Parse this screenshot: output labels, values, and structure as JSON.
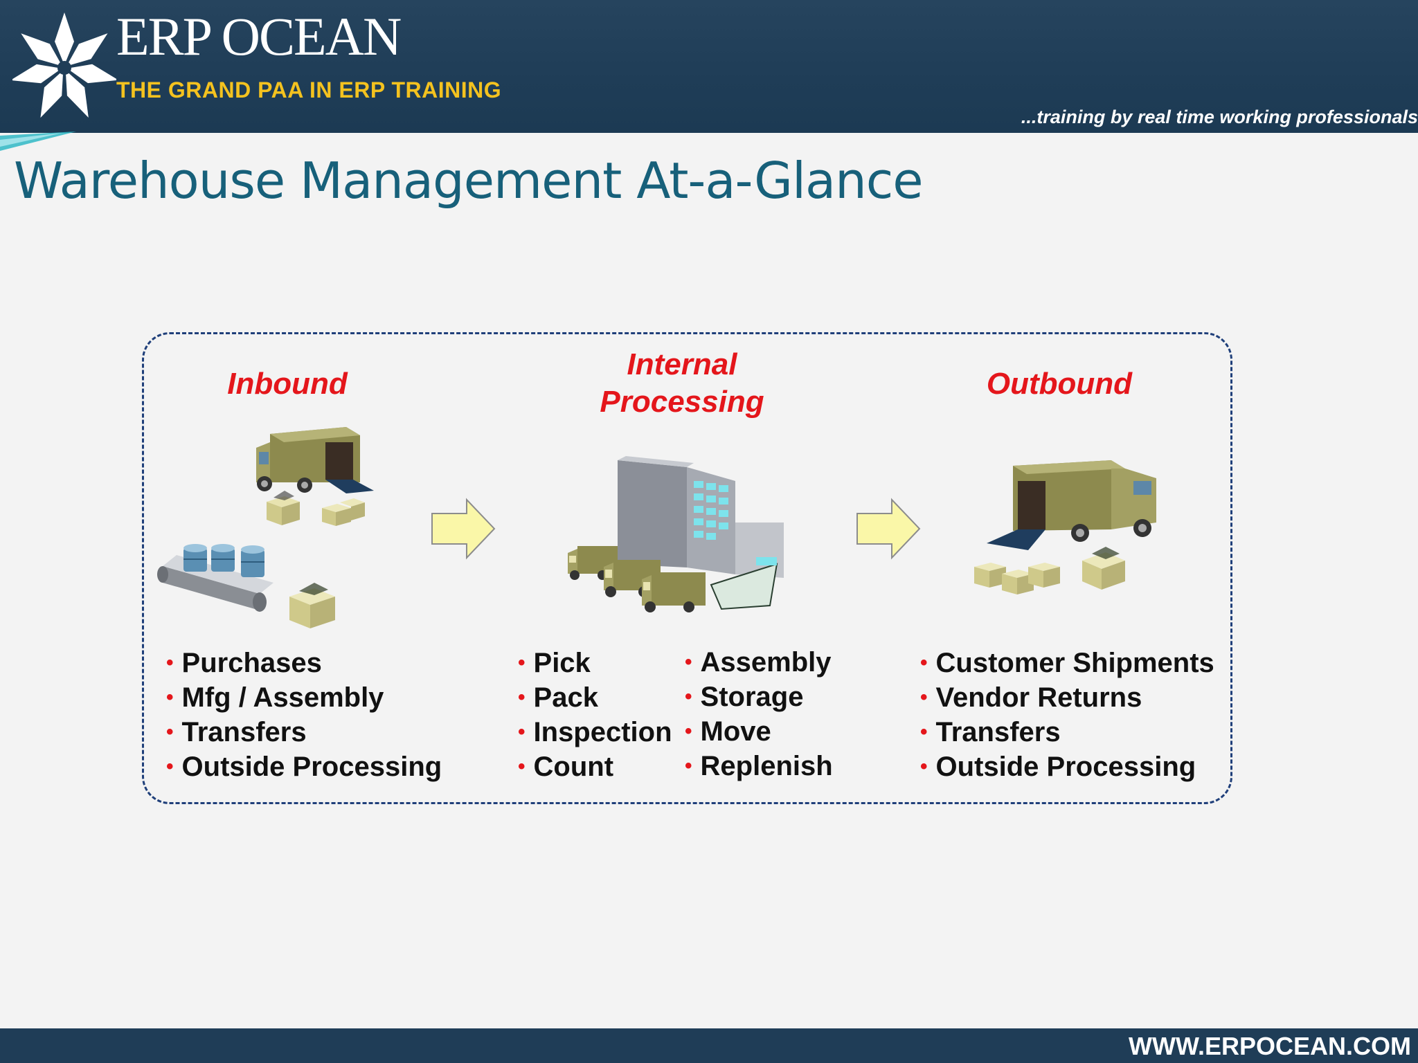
{
  "header": {
    "brand_name": "ERP OCEAN",
    "tagline": "THE GRAND PAA IN ERP TRAINING",
    "slogan": "...training by real time  working professionals"
  },
  "title": "Warehouse Management At-a-Glance",
  "sections": {
    "inbound": {
      "heading": "Inbound",
      "items": [
        "Purchases",
        "Mfg / Assembly",
        "Transfers",
        "Outside Processing"
      ]
    },
    "internal": {
      "heading_line1": "Internal",
      "heading_line2": "Processing",
      "items_left": [
        "Pick",
        "Pack",
        "Inspection",
        "Count"
      ],
      "items_right": [
        "Assembly",
        "Storage",
        "Move",
        "Replenish"
      ]
    },
    "outbound": {
      "heading": "Outbound",
      "items": [
        "Customer Shipments",
        "Vendor Returns",
        "Transfers",
        "Outside Processing"
      ]
    }
  },
  "footer": {
    "url": "WWW.ERPOCEAN.COM"
  },
  "colors": {
    "header_bg": "#1f3d57",
    "tagline": "#f4c21f",
    "title": "#17607a",
    "heading_red": "#e4161b",
    "dash_border": "#1f3f7a",
    "arrow_fill": "#faf7a8"
  }
}
